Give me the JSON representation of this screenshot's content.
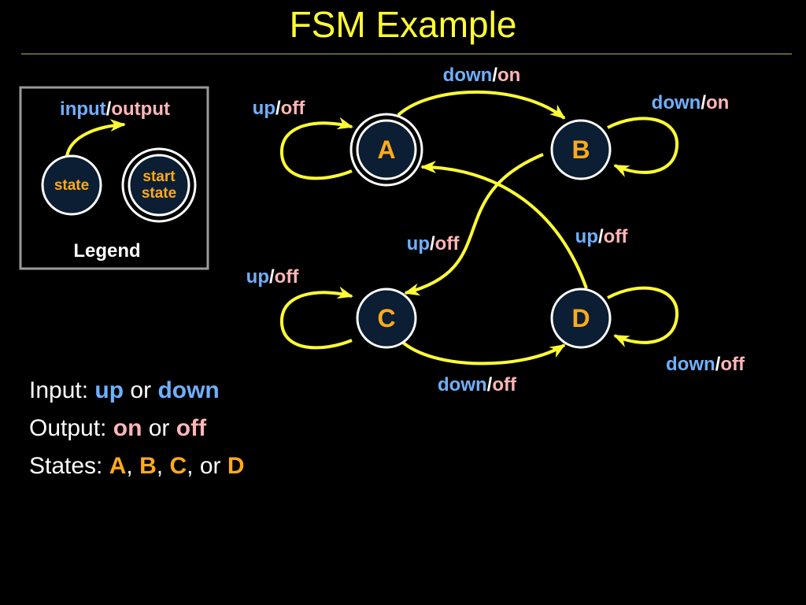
{
  "title": "FSM Example",
  "colors": {
    "background": "#000000",
    "title": "#ffff33",
    "arrow": "#ffff33",
    "input": "#6fb0ff",
    "output": "#ffb6b6",
    "state_text": "#ffaa1a",
    "state_fill": "#0b1e33"
  },
  "legend": {
    "input_word": "input",
    "output_word": "output",
    "state_label": "state",
    "start_state_line1": "start",
    "start_state_line2": "state",
    "caption": "Legend"
  },
  "states": {
    "a": "A",
    "b": "B",
    "c": "C",
    "d": "D"
  },
  "transitions": {
    "a_self": {
      "input": "up",
      "output": "off"
    },
    "a_to_b": {
      "input": "down",
      "output": "on"
    },
    "b_self": {
      "input": "down",
      "output": "on"
    },
    "b_to_c": {
      "input": "up",
      "output": "off"
    },
    "d_to_a": {
      "input": "up",
      "output": "off"
    },
    "c_self": {
      "input": "up",
      "output": "off"
    },
    "c_to_d": {
      "input": "down",
      "output": "off"
    },
    "d_self": {
      "input": "down",
      "output": "off"
    }
  },
  "info": {
    "input_prefix": "Input:",
    "output_prefix": "Output:",
    "states_prefix": "States:",
    "or": "or",
    "comma": ","
  }
}
